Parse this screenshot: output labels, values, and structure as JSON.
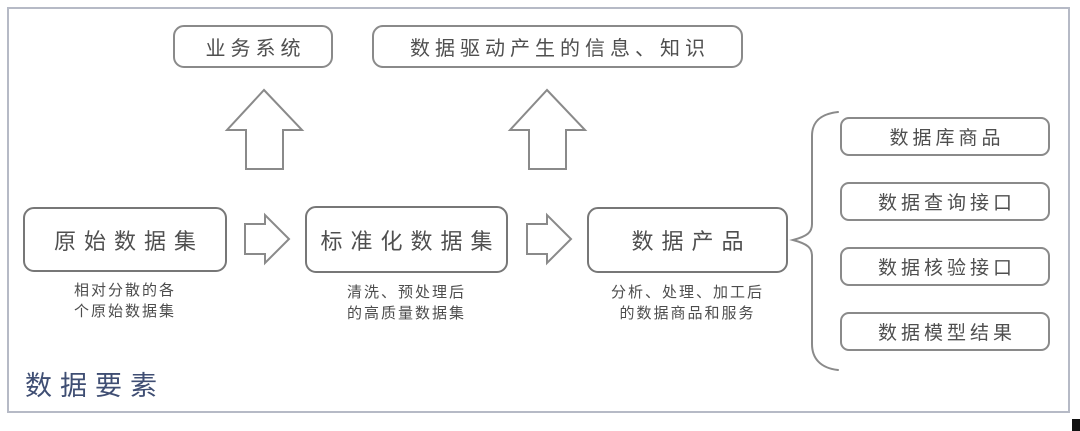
{
  "diagram": {
    "top_boxes": [
      {
        "label": "业务系统"
      },
      {
        "label": "数据驱动产生的信息、知识"
      }
    ],
    "flow_nodes": [
      {
        "label": "原始数据集",
        "caption_line1": "相对分散的各",
        "caption_line2": "个原始数据集"
      },
      {
        "label": "标准化数据集",
        "caption_line1": "清洗、预处理后",
        "caption_line2": "的高质量数据集"
      },
      {
        "label": "数据产品",
        "caption_line1": "分析、处理、加工后",
        "caption_line2": "的数据商品和服务"
      }
    ],
    "output_boxes": [
      {
        "label": "数据库商品"
      },
      {
        "label": "数据查询接口"
      },
      {
        "label": "数据核验接口"
      },
      {
        "label": "数据模型结果"
      }
    ],
    "footer_label": "数据要素",
    "colors": {
      "outer_border": "#b6bac6",
      "node_border": "#8a8a8a",
      "node_text": "#4f4f4f",
      "footer_text": "#3f4e73"
    }
  }
}
